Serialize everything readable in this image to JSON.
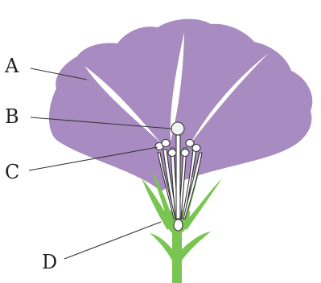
{
  "labels": [
    {
      "id": "A",
      "text": "A"
    },
    {
      "id": "B",
      "text": "B"
    },
    {
      "id": "C",
      "text": "C"
    },
    {
      "id": "D",
      "text": "D"
    }
  ],
  "colors": {
    "petal": "#a88bc0",
    "petal_streak": "#ffffff",
    "stem": "#79c551",
    "stamen_outline": "#333333",
    "pistil_head": "#f2f2f2"
  }
}
